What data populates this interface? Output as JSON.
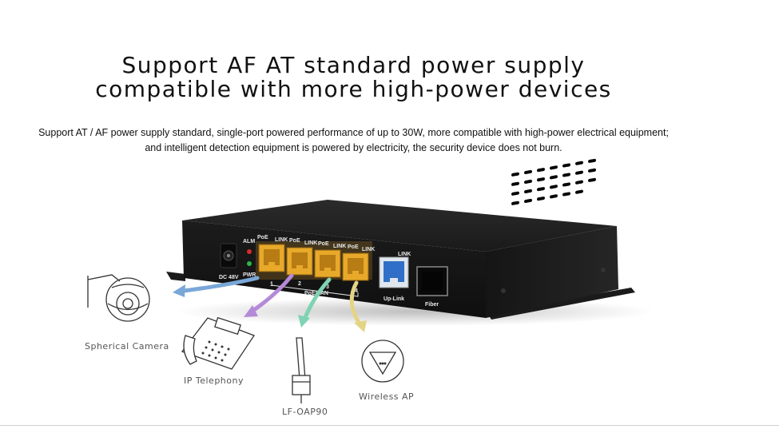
{
  "headline": {
    "line1": "Support AF AT standard power supply",
    "line2": "compatible with more high-power devices"
  },
  "description": {
    "line1": "Support AT / AF power supply standard, single-port powered performance of up to 30W, more compatible with high-power electrical equipment;",
    "line2": "and intelligent detection equipment is powered by electricity, the security device does not burn."
  },
  "switch_panel": {
    "dc_label": "DC 48V",
    "alm_label": "ALM",
    "pwr_label": "PWR",
    "poe_labels": [
      "PoE",
      "PoE",
      "PoE",
      "PoE"
    ],
    "link_labels": [
      "LINK",
      "LINK",
      "LINK",
      "LINK"
    ],
    "port_numbers": [
      "1",
      "2",
      "3",
      "4"
    ],
    "poe_lan_label": "PoE/LAN",
    "uplink_link_label": "LINK",
    "uplink_label": "Up-Link",
    "fiber_label": "Fiber"
  },
  "devices": {
    "camera": "Spherical Camera",
    "phone": "IP Telephony",
    "ap_outdoor": "LF-OAP90",
    "ap_wireless": "Wireless AP"
  },
  "colors": {
    "arrow_camera": "#7aa7d8",
    "arrow_phone": "#b48ad8",
    "arrow_outdoor": "#7fd3b3",
    "arrow_wireless": "#e4d486",
    "port_yellow": "#e8a92a",
    "port_blue": "#2f6fc7"
  }
}
